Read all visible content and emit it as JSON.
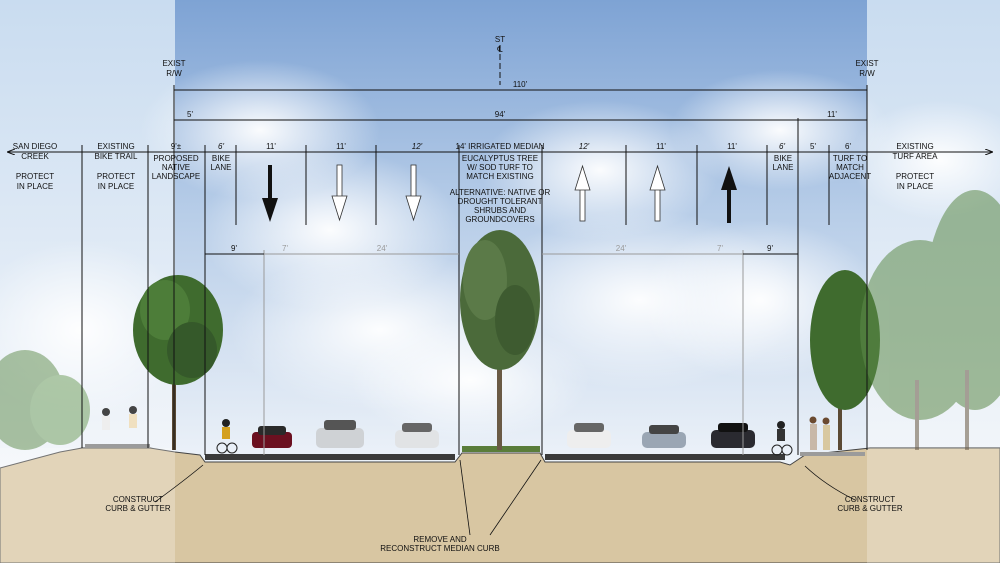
{
  "centerline": {
    "line1": "ST",
    "line2": "℄"
  },
  "row": {
    "left": "EXIST",
    "right": "EXIST",
    "sub": "R/W"
  },
  "dims_top": {
    "total": "110'",
    "inner": "94'",
    "left_5": "5'",
    "right_11": "11'"
  },
  "lane_dims": [
    "6'",
    "11'",
    "11'",
    "12'",
    "14' IRRIGATED MEDIAN",
    "12'",
    "11'",
    "11'",
    "6'",
    "5'",
    "6'"
  ],
  "left_side": {
    "creek": [
      "SAN DIEGO",
      "CREEK"
    ],
    "creek_note": [
      "PROTECT",
      "IN PLACE"
    ],
    "trail": [
      "EXISTING",
      "BIKE TRAIL"
    ],
    "trail_note": [
      "PROTECT",
      "IN PLACE"
    ],
    "landscape_dim": "9'±",
    "landscape": [
      "PROPOSED",
      "NATIVE",
      "LANDSCAPE"
    ],
    "bike_lane": [
      "BIKE",
      "LANE"
    ]
  },
  "median_note": [
    "EUCALYPTUS TREE",
    "W/ SOD TURF TO",
    "MATCH EXISTING",
    "",
    "ALTERNATIVE: NATIVE OR",
    "DROUGHT TOLERANT",
    "SHRUBS AND",
    "GROUNDCOVERS"
  ],
  "right_side": {
    "bike_lane": [
      "BIKE",
      "LANE"
    ],
    "turf": [
      "TURF TO",
      "MATCH",
      "ADJACENT"
    ],
    "existing": [
      "EXISTING",
      "TURF AREA"
    ],
    "existing_note": [
      "PROTECT",
      "IN PLACE"
    ]
  },
  "lower_dims": {
    "left_9": "9'",
    "left_7": "7'",
    "left_24": "24'",
    "right_24": "24'",
    "right_7": "7'",
    "right_9": "9'"
  },
  "callouts": {
    "curb_left": [
      "CONSTRUCT",
      "CURB & GUTTER"
    ],
    "curb_right": [
      "CONSTRUCT",
      "CURB & GUTTER"
    ],
    "median_curb": [
      "REMOVE AND",
      "RECONSTRUCT MEDIAN CURB"
    ]
  },
  "colors": {
    "sky_top": "#7fa6d6",
    "sky_low": "#e6eef7",
    "soil": "#d9c7a4",
    "soil_dark": "#cdb890",
    "road": "#3a3a3a",
    "tree": "#3f6b2e"
  }
}
